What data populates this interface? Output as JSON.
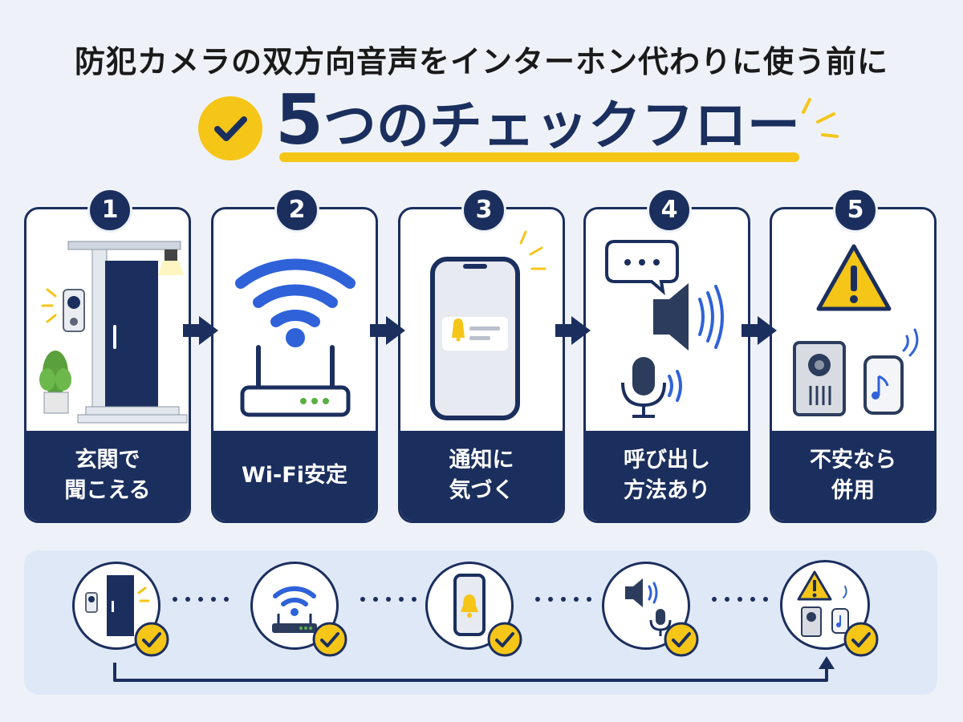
{
  "header": {
    "title": "防犯カメラの双方向音声をインターホン代わりに使う前に",
    "subtitle_number": "5",
    "subtitle_text": "つのチェックフロー"
  },
  "steps": [
    {
      "number": "1",
      "line1": "玄関で",
      "line2": "聞こえる",
      "icon": "door-with-camera-doorbell-icon"
    },
    {
      "number": "2",
      "line1": "Wi-Fi安定",
      "line2": "",
      "icon": "wifi-router-icon"
    },
    {
      "number": "3",
      "line1": "通知に",
      "line2": "気づく",
      "icon": "smartphone-notification-icon"
    },
    {
      "number": "4",
      "line1": "呼び出し",
      "line2": "方法あり",
      "icon": "speaker-microphone-chat-icon"
    },
    {
      "number": "5",
      "line1": "不安なら",
      "line2": "併用",
      "icon": "warning-intercom-chime-icon"
    }
  ],
  "colors": {
    "navy": "#1b2f5e",
    "accent_yellow": "#f5c518",
    "wifi_blue": "#2f62d9",
    "background": "#eef2f8",
    "panel": "#dfe8f6"
  }
}
